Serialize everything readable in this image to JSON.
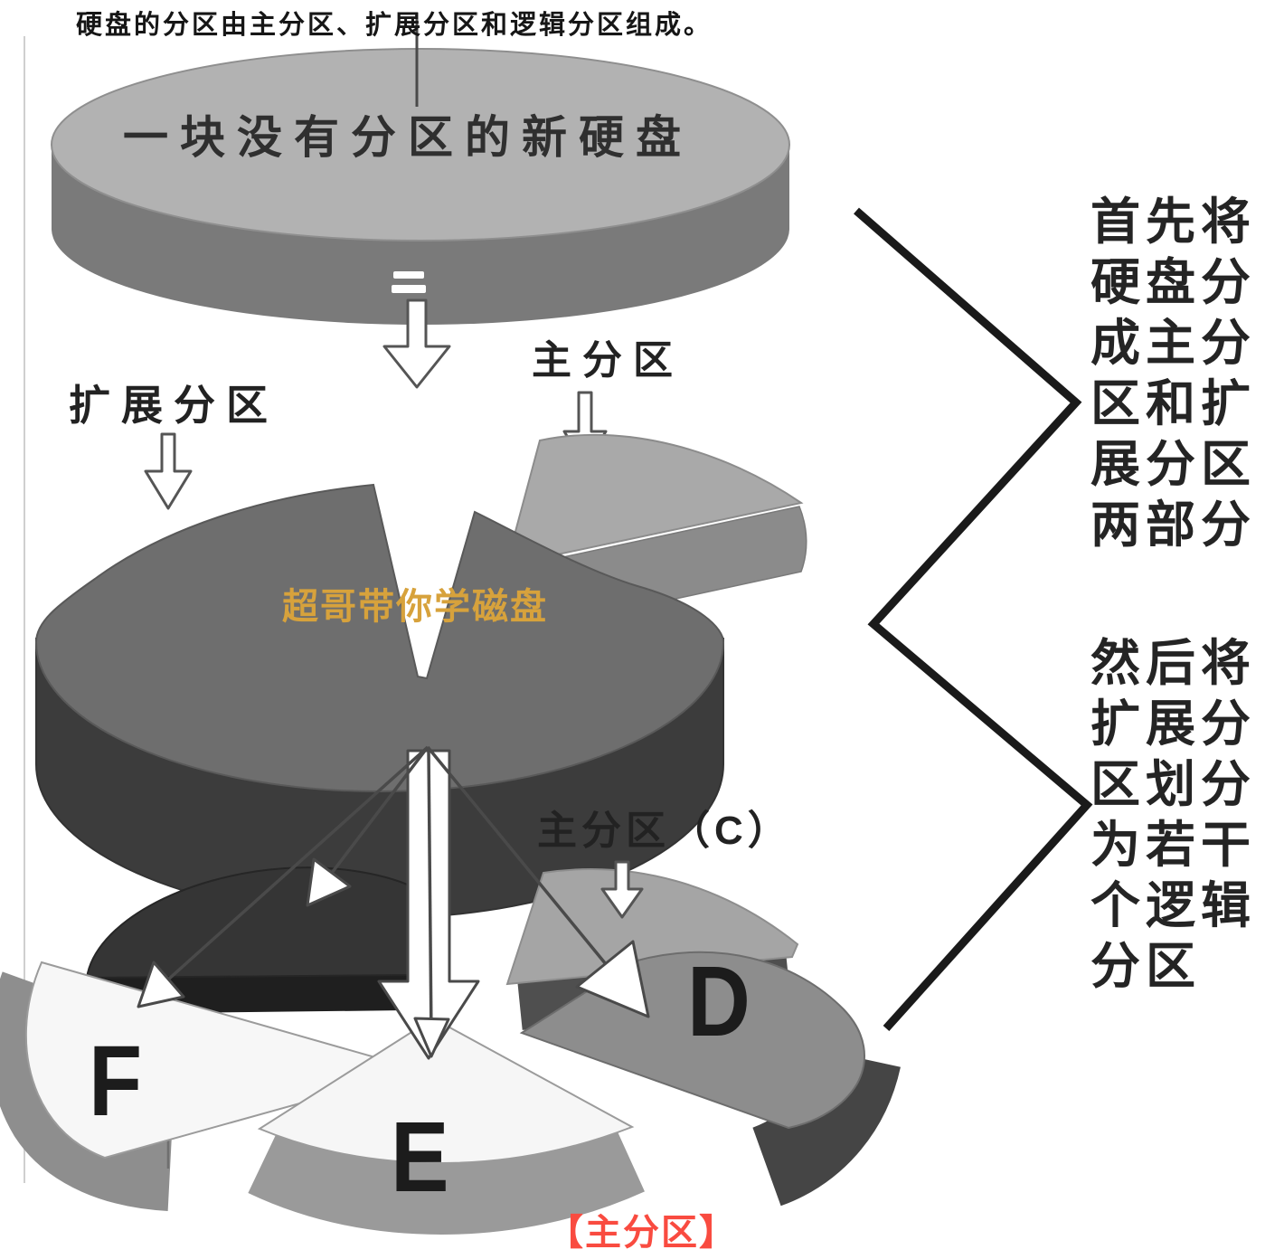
{
  "page": {
    "heading": "硬盘的分区由主分区、扩展分区和逻辑分区组成。",
    "watermark": "超哥带你学磁盘",
    "caption": "【主分区】"
  },
  "diagram": {
    "disk_new": {
      "label": "一块没有分区的新硬盘"
    },
    "labels": {
      "primary": "主分区",
      "extended": "扩展分区",
      "primary_c": "主分区（C）"
    },
    "partitions": {
      "d": "D",
      "e": "E",
      "f": "F"
    }
  },
  "right_panel": {
    "step1": "首先将\n硬盘分\n成主分\n区和扩\n展分区\n两部分",
    "step2": "然后将\n扩展分\n区划分\n为若干\n个逻辑\n分区"
  },
  "colors": {
    "disk_top": "#b2b2b2",
    "disk_side": "#7a7a7a",
    "extended_top": "#6e6e6e",
    "extended_side": "#3c3c3c",
    "primary_top": "#a9a9a9",
    "primary_side": "#8b8b8b",
    "slice_dark_top": "#353535",
    "slice_c_top": "#a5a5a5",
    "slice_d_top": "#8d8d8d",
    "slice_d_side": "#454545",
    "slice_e_top": "#f6f6f6",
    "slice_e_side": "#9a9a9a",
    "slice_f_top": "#f7f7f7",
    "slice_f_side": "#8e8e8e",
    "arrow_outline": "#4a4a4a",
    "bracket": "#1a1a1a",
    "watermark": "#d7a23c",
    "caption": "#f94b40"
  }
}
